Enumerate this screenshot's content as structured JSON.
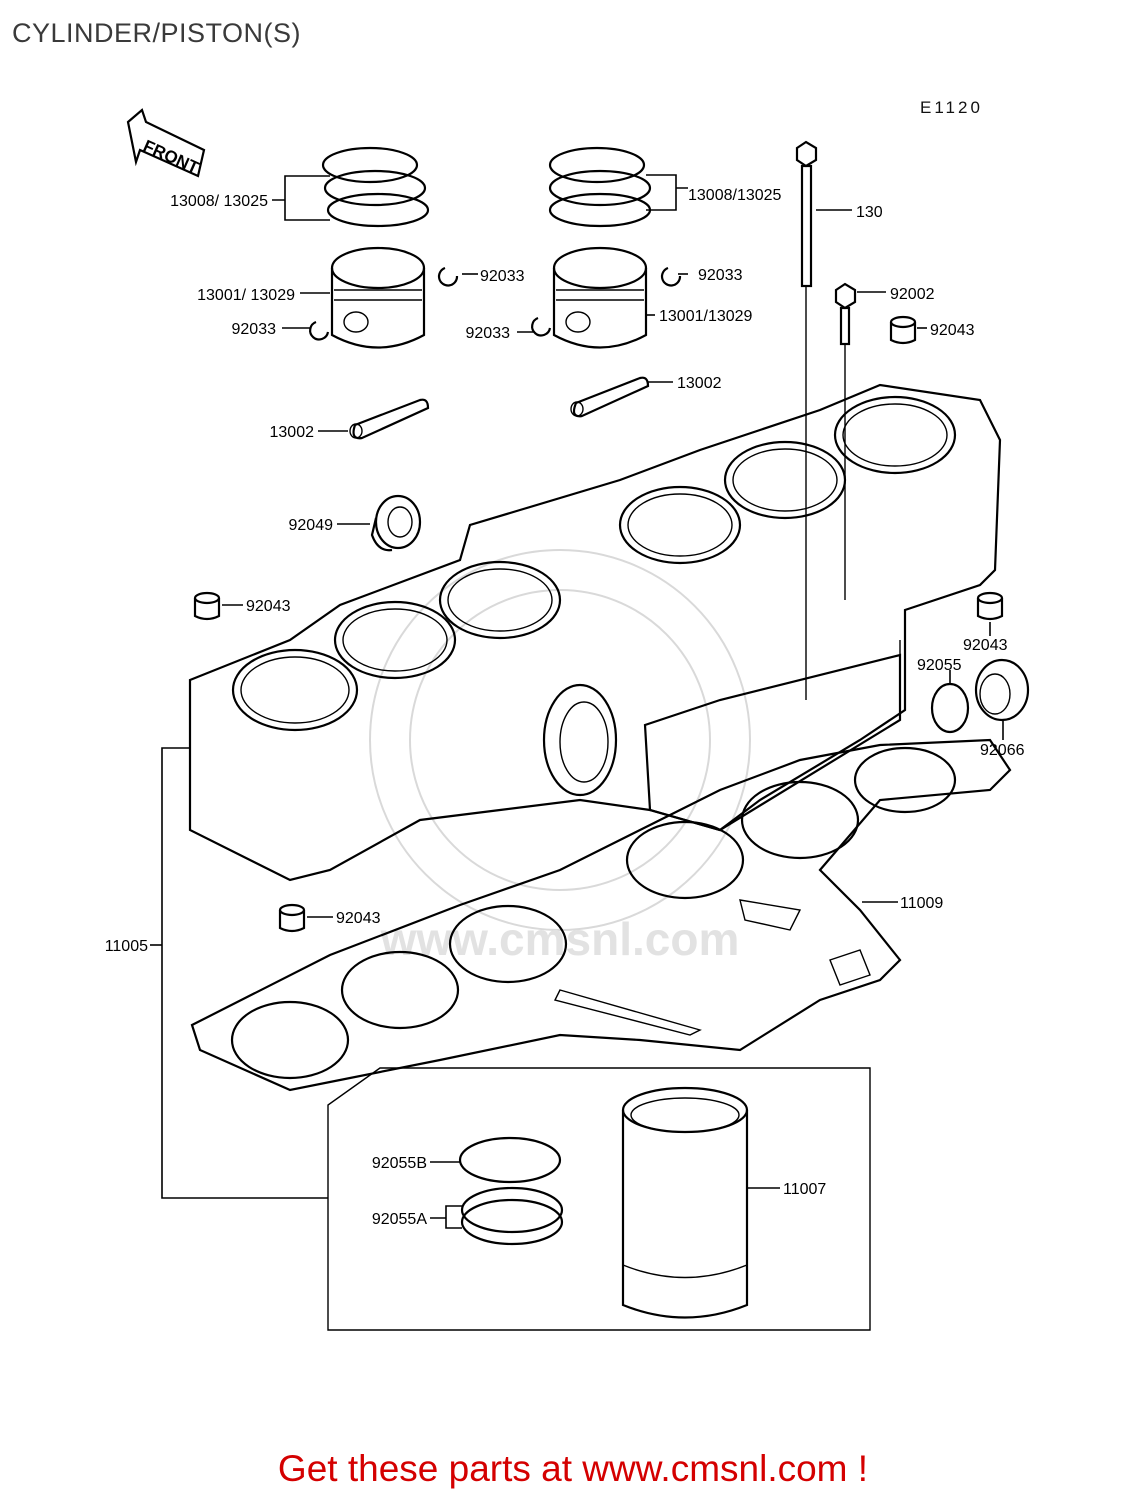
{
  "page": {
    "title": "CYLINDER/PISTON(S)",
    "diagram_code": "E1120",
    "banner": "Get these parts at www.cmsnl.com !",
    "front_label": "FRONT",
    "watermark": "www.cmsnl.com"
  },
  "callouts": [
    {
      "id": "c1",
      "text": "13008/ 13025"
    },
    {
      "id": "c2",
      "text": "13008/13025"
    },
    {
      "id": "c3",
      "text": "130"
    },
    {
      "id": "c4",
      "text": "92033"
    },
    {
      "id": "c5",
      "text": "92033"
    },
    {
      "id": "c6",
      "text": "13001/ 13029"
    },
    {
      "id": "c7",
      "text": "92033"
    },
    {
      "id": "c8",
      "text": "92033"
    },
    {
      "id": "c9",
      "text": "13001/13029"
    },
    {
      "id": "c10",
      "text": "92002"
    },
    {
      "id": "c11",
      "text": "92043"
    },
    {
      "id": "c12",
      "text": "13002"
    },
    {
      "id": "c13",
      "text": "13002"
    },
    {
      "id": "c14",
      "text": "92049"
    },
    {
      "id": "c15",
      "text": "92043"
    },
    {
      "id": "c16",
      "text": "92043"
    },
    {
      "id": "c17",
      "text": "92055"
    },
    {
      "id": "c18",
      "text": "92066"
    },
    {
      "id": "c19",
      "text": "11009"
    },
    {
      "id": "c20",
      "text": "92043"
    },
    {
      "id": "c21",
      "text": "11005"
    },
    {
      "id": "c22",
      "text": "92055B"
    },
    {
      "id": "c23",
      "text": "92055A"
    },
    {
      "id": "c24",
      "text": "11007"
    }
  ],
  "colors": {
    "line": "#000000",
    "banner": "#d40000",
    "title": "#3a3a3a",
    "watermark": "#d9d9d9"
  }
}
